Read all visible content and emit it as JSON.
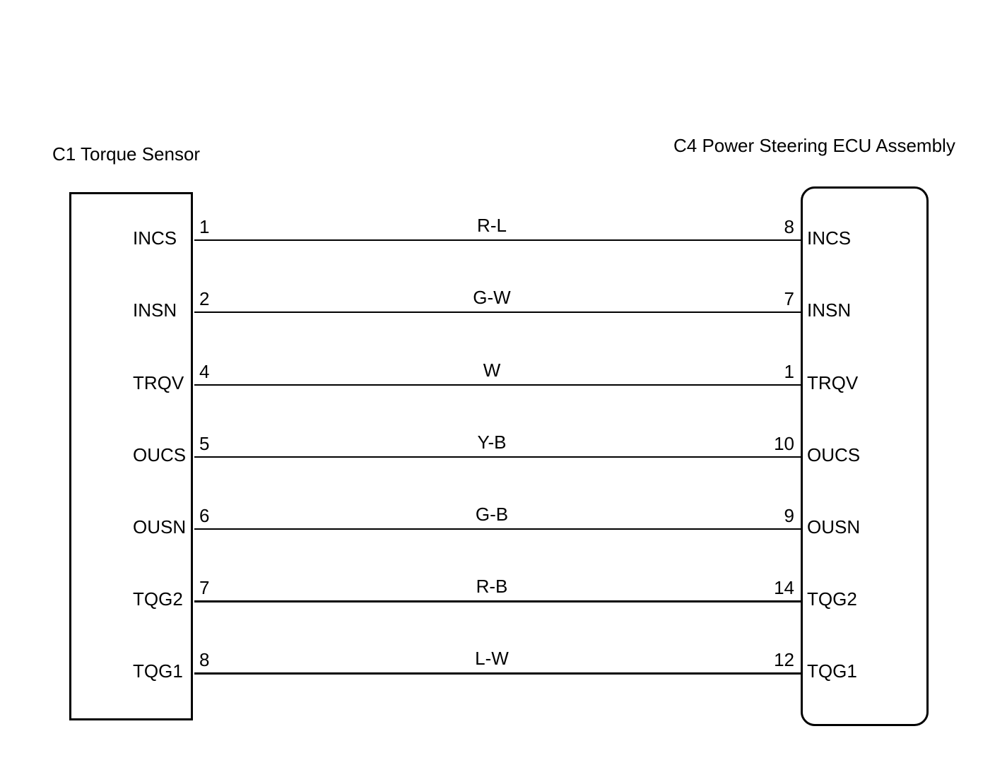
{
  "connectors": {
    "left": {
      "title": "C1 Torque Sensor"
    },
    "right": {
      "title": "C4 Power Steering ECU Assembly"
    }
  },
  "wires": [
    {
      "left_signal": "INCS",
      "left_pin": "1",
      "color": "R-L",
      "right_pin": "8",
      "right_signal": "INCS"
    },
    {
      "left_signal": "INSN",
      "left_pin": "2",
      "color": "G-W",
      "right_pin": "7",
      "right_signal": "INSN"
    },
    {
      "left_signal": "TRQV",
      "left_pin": "4",
      "color": "W",
      "right_pin": "1",
      "right_signal": "TRQV"
    },
    {
      "left_signal": "OUCS",
      "left_pin": "5",
      "color": "Y-B",
      "right_pin": "10",
      "right_signal": "OUCS"
    },
    {
      "left_signal": "OUSN",
      "left_pin": "6",
      "color": "G-B",
      "right_pin": "9",
      "right_signal": "OUSN"
    },
    {
      "left_signal": "TQG2",
      "left_pin": "7",
      "color": "R-B",
      "right_pin": "14",
      "right_signal": "TQG2"
    },
    {
      "left_signal": "TQG1",
      "left_pin": "8",
      "color": "L-W",
      "right_pin": "12",
      "right_signal": "TQG1"
    }
  ]
}
